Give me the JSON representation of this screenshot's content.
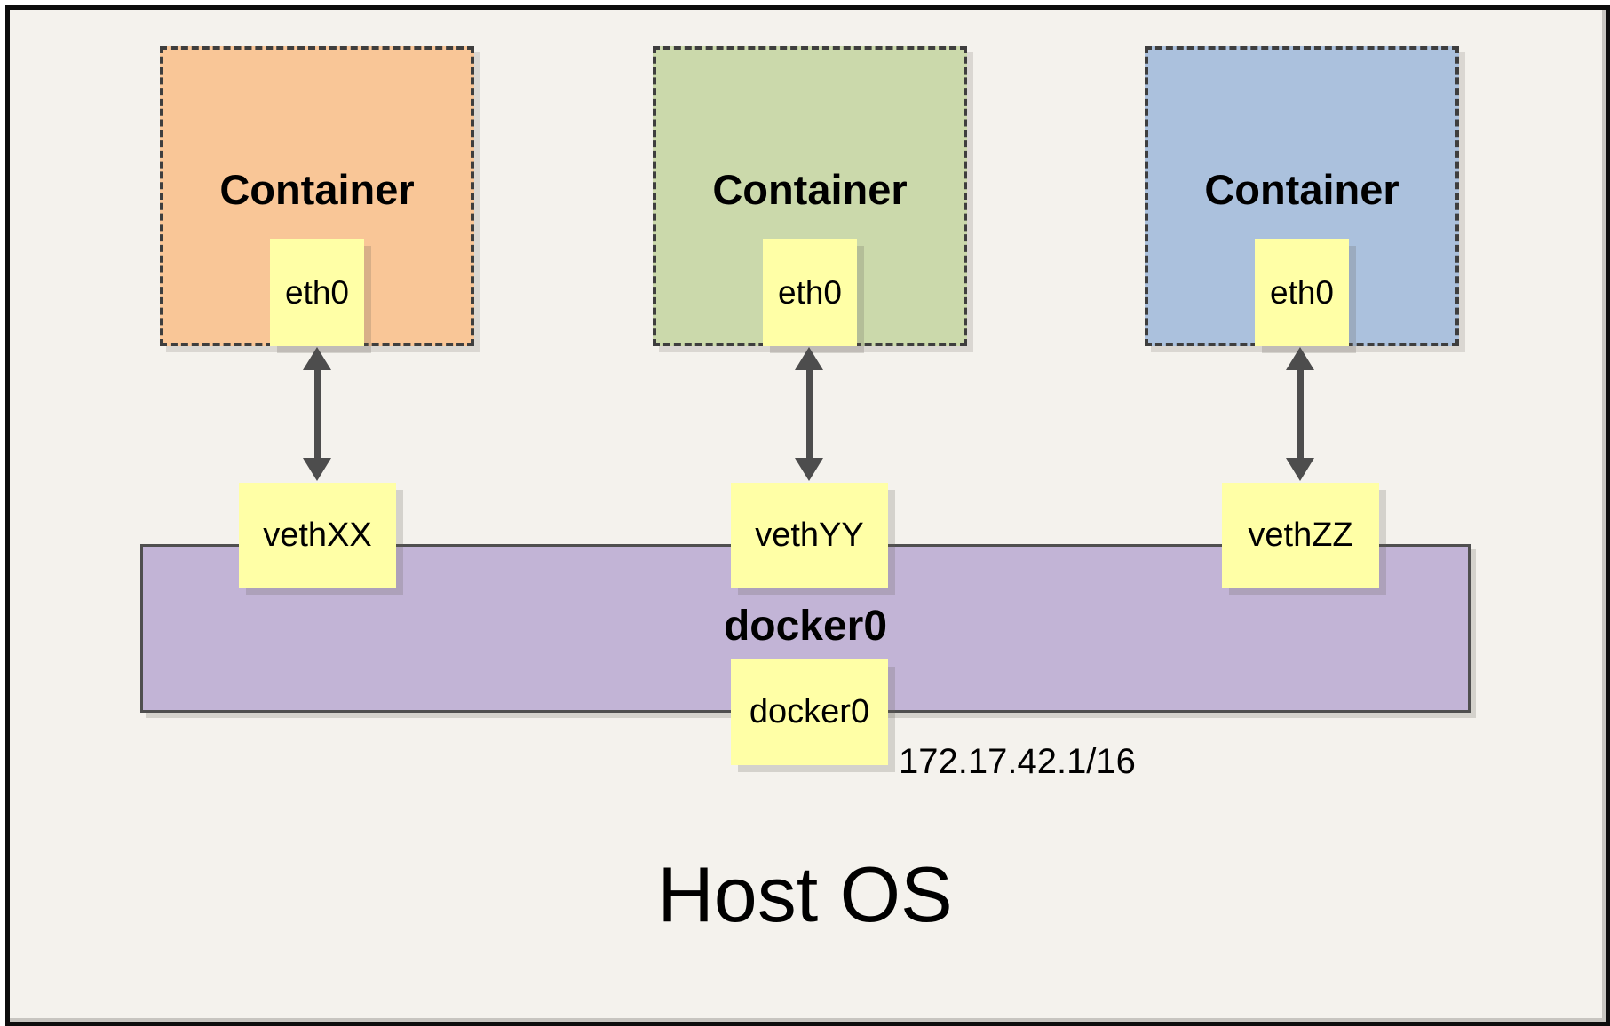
{
  "diagram": {
    "host": {
      "label": "Host OS"
    },
    "containers": [
      {
        "label": "Container",
        "interface": "eth0",
        "veth": "vethXX",
        "fill": "#F9C697"
      },
      {
        "label": "Container",
        "interface": "eth0",
        "veth": "vethYY",
        "fill": "#CBD9AB"
      },
      {
        "label": "Container",
        "interface": "eth0",
        "veth": "vethZZ",
        "fill": "#ABC1DD"
      }
    ],
    "bridge": {
      "label": "docker0",
      "interface_box": "docker0",
      "ip": "172.17.42.1/16",
      "fill": "#C2B4D6"
    },
    "colors": {
      "canvas": "#F4F2ED",
      "note_yellow": "#FFFFA6",
      "dashed_border": "#3E3E3E",
      "arrow": "#4D4D4D",
      "frame_border": "#0D0D0D"
    }
  }
}
